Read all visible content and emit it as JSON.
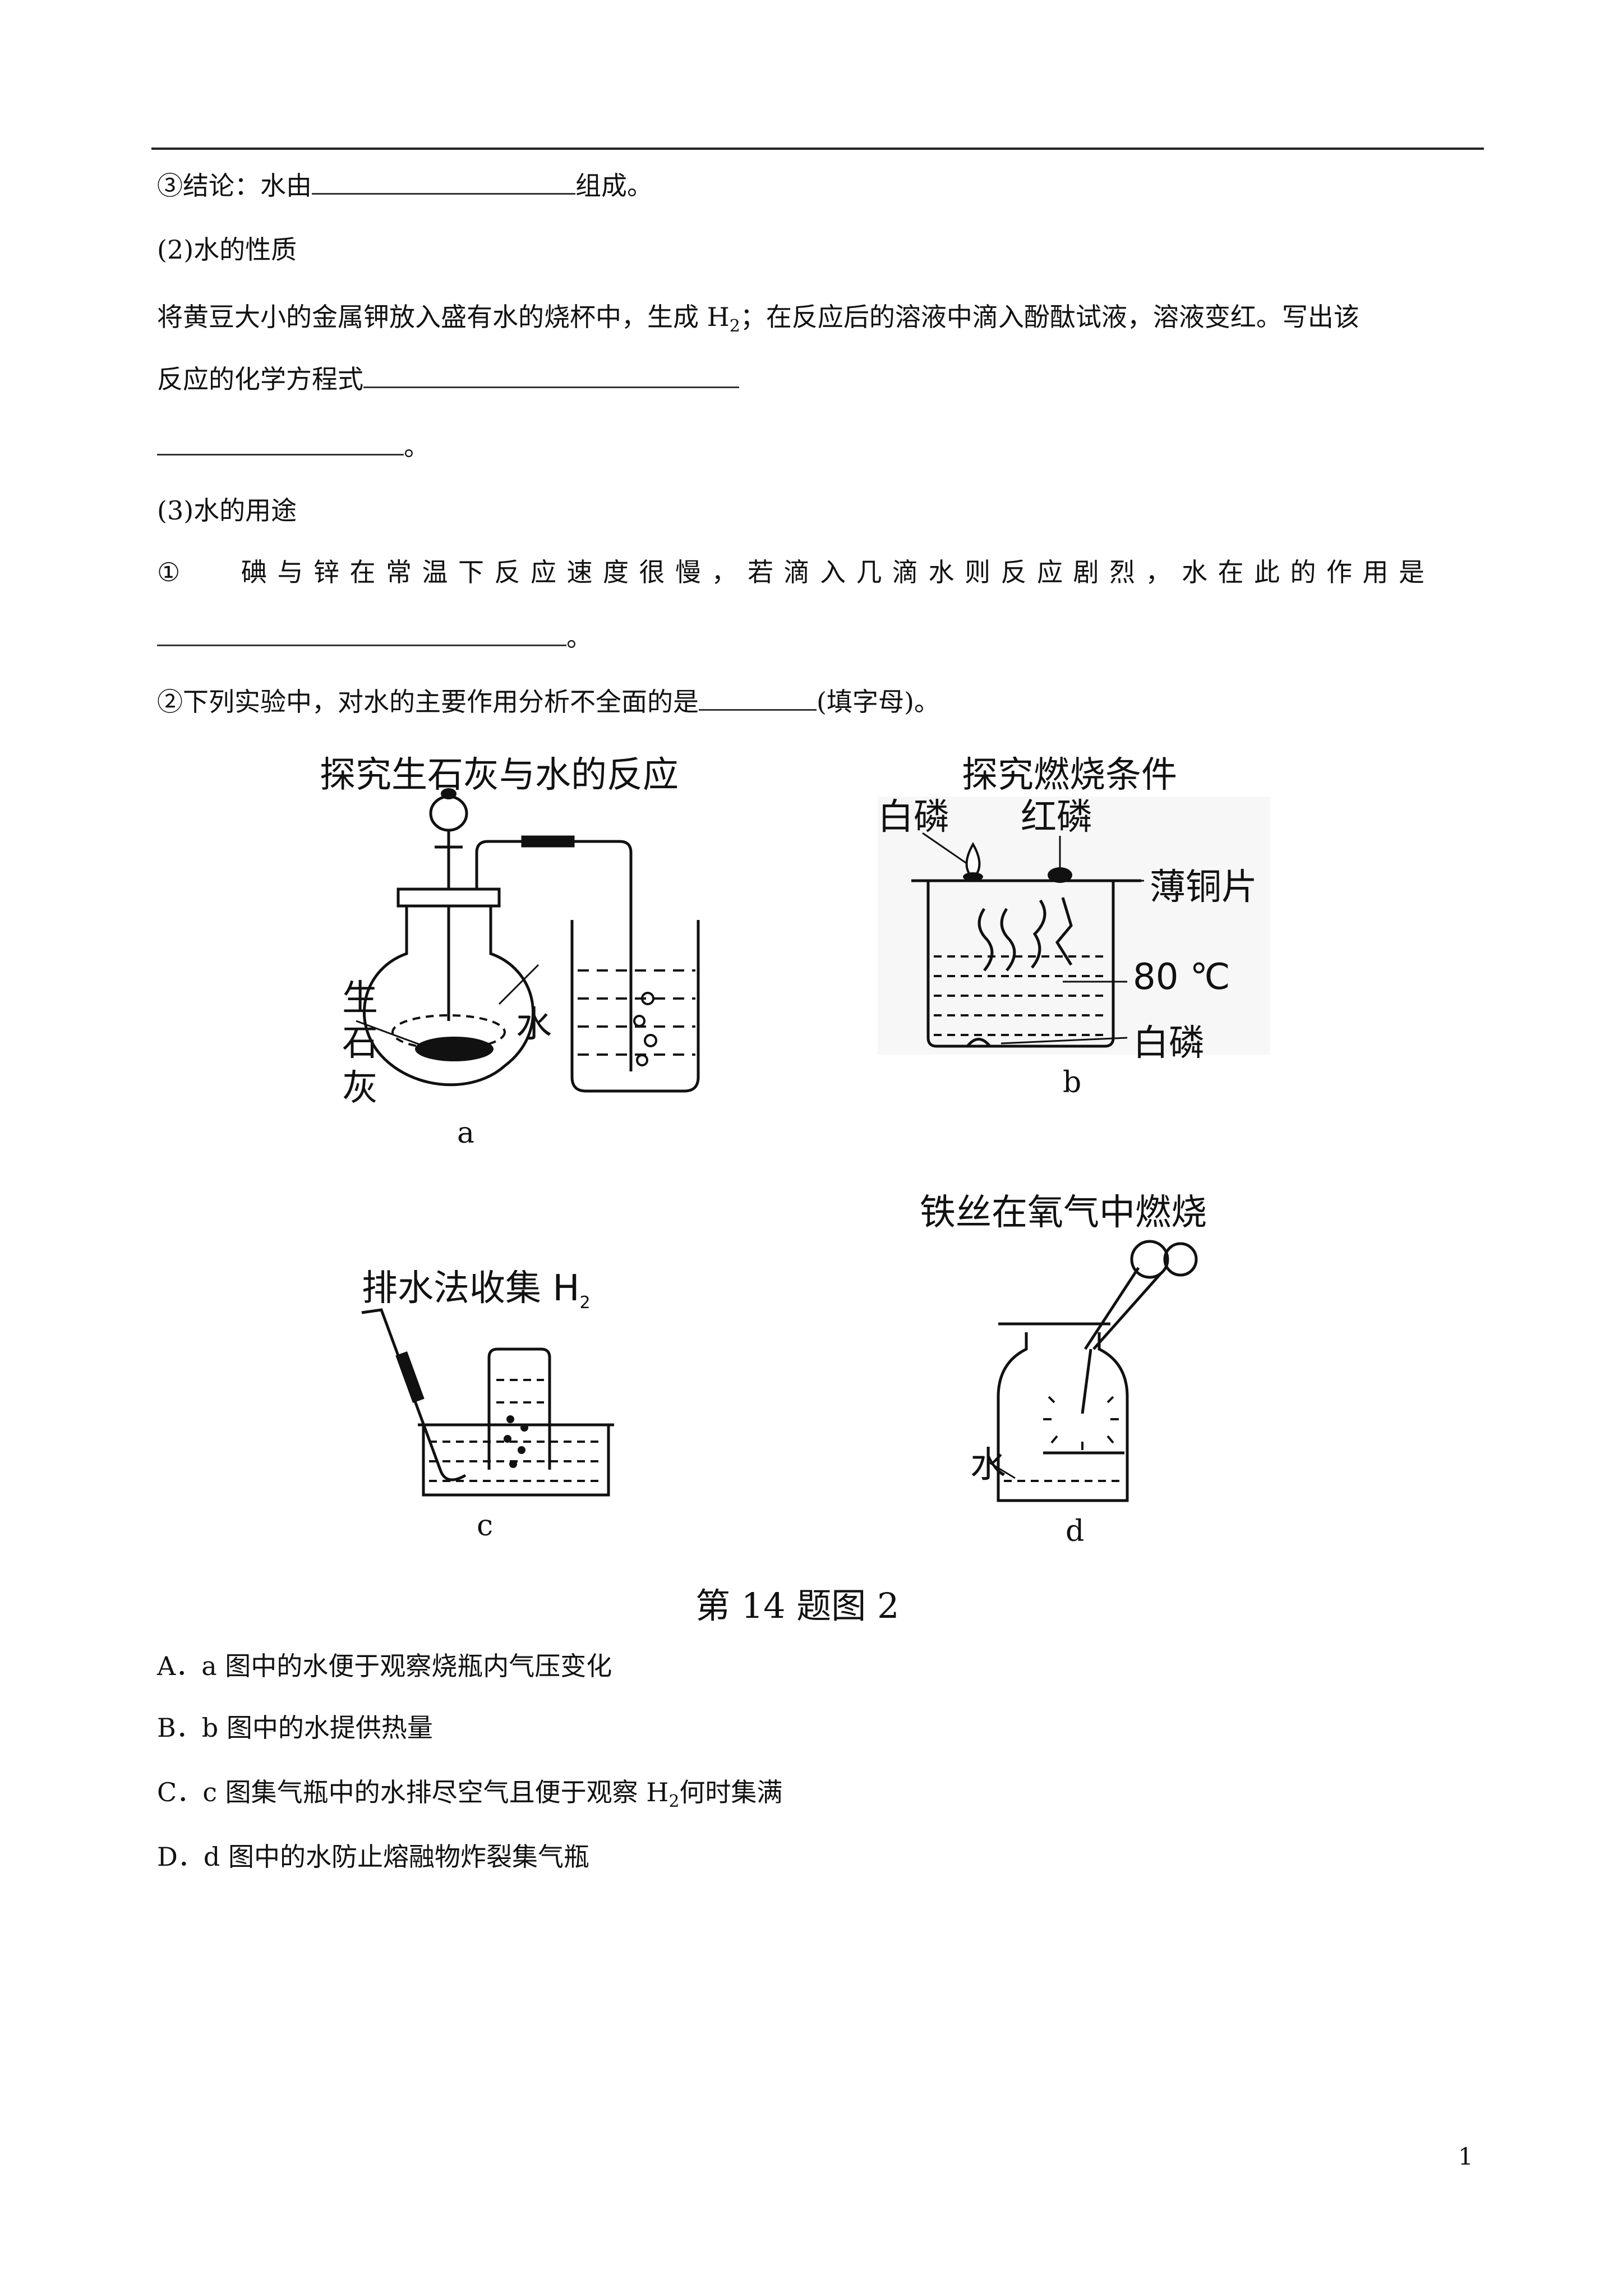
{
  "conclusion": {
    "prefix": "③结论：水由",
    "suffix": "组成。"
  },
  "section2": {
    "title": "(2)水的性质"
  },
  "property": {
    "line1_a": "将黄豆大小的金属钾放入盛有水的烧杯中，生成 H",
    "line1_sub": "2",
    "line1_b": "；在反应后的溶液中滴入酚酞试液，溶液变红。写出该",
    "line2": "反应的化学方程式",
    "line3_end": "。"
  },
  "section3": {
    "title": "(3)水的用途"
  },
  "use1": {
    "marker": "①",
    "text": "碘与锌在常温下反应速度很慢，若滴入几滴水则反应剧烈，水在此的作用是",
    "end": "。"
  },
  "use2": {
    "prefix": "②下列实验中，对水的主要作用分析不全面的是",
    "suffix": "(填字母)。"
  },
  "figures": {
    "a": {
      "title": "探究生石灰与水的反应",
      "label_quicklime": [
        "生",
        "石",
        "灰"
      ],
      "label_water": "水",
      "letter": "a"
    },
    "b": {
      "title": "探究燃烧条件",
      "label_white_p_top": "白磷",
      "label_red_p": "红磷",
      "label_copper": "薄铜片",
      "label_temp": "80 ℃",
      "label_white_p_bottom": "白磷",
      "letter": "b"
    },
    "c": {
      "title": "排水法收集 H",
      "title_sub": "2",
      "letter": "c"
    },
    "d": {
      "title": "铁丝在氧气中燃烧",
      "label_water": "水",
      "letter": "d"
    },
    "caption": "第 14 题图 2"
  },
  "options": [
    {
      "text_a": "A．a 图中的水便于观察烧瓶内气压变化"
    },
    {
      "text_a": "B．b 图中的水提供热量"
    },
    {
      "text_a": "C．c 图集气瓶中的水排尽空气且便于观察 H",
      "sub": "2",
      "text_b": "何时集满"
    },
    {
      "text_a": "D．d 图中的水防止熔融物炸裂集气瓶"
    }
  ],
  "page_number": "1"
}
